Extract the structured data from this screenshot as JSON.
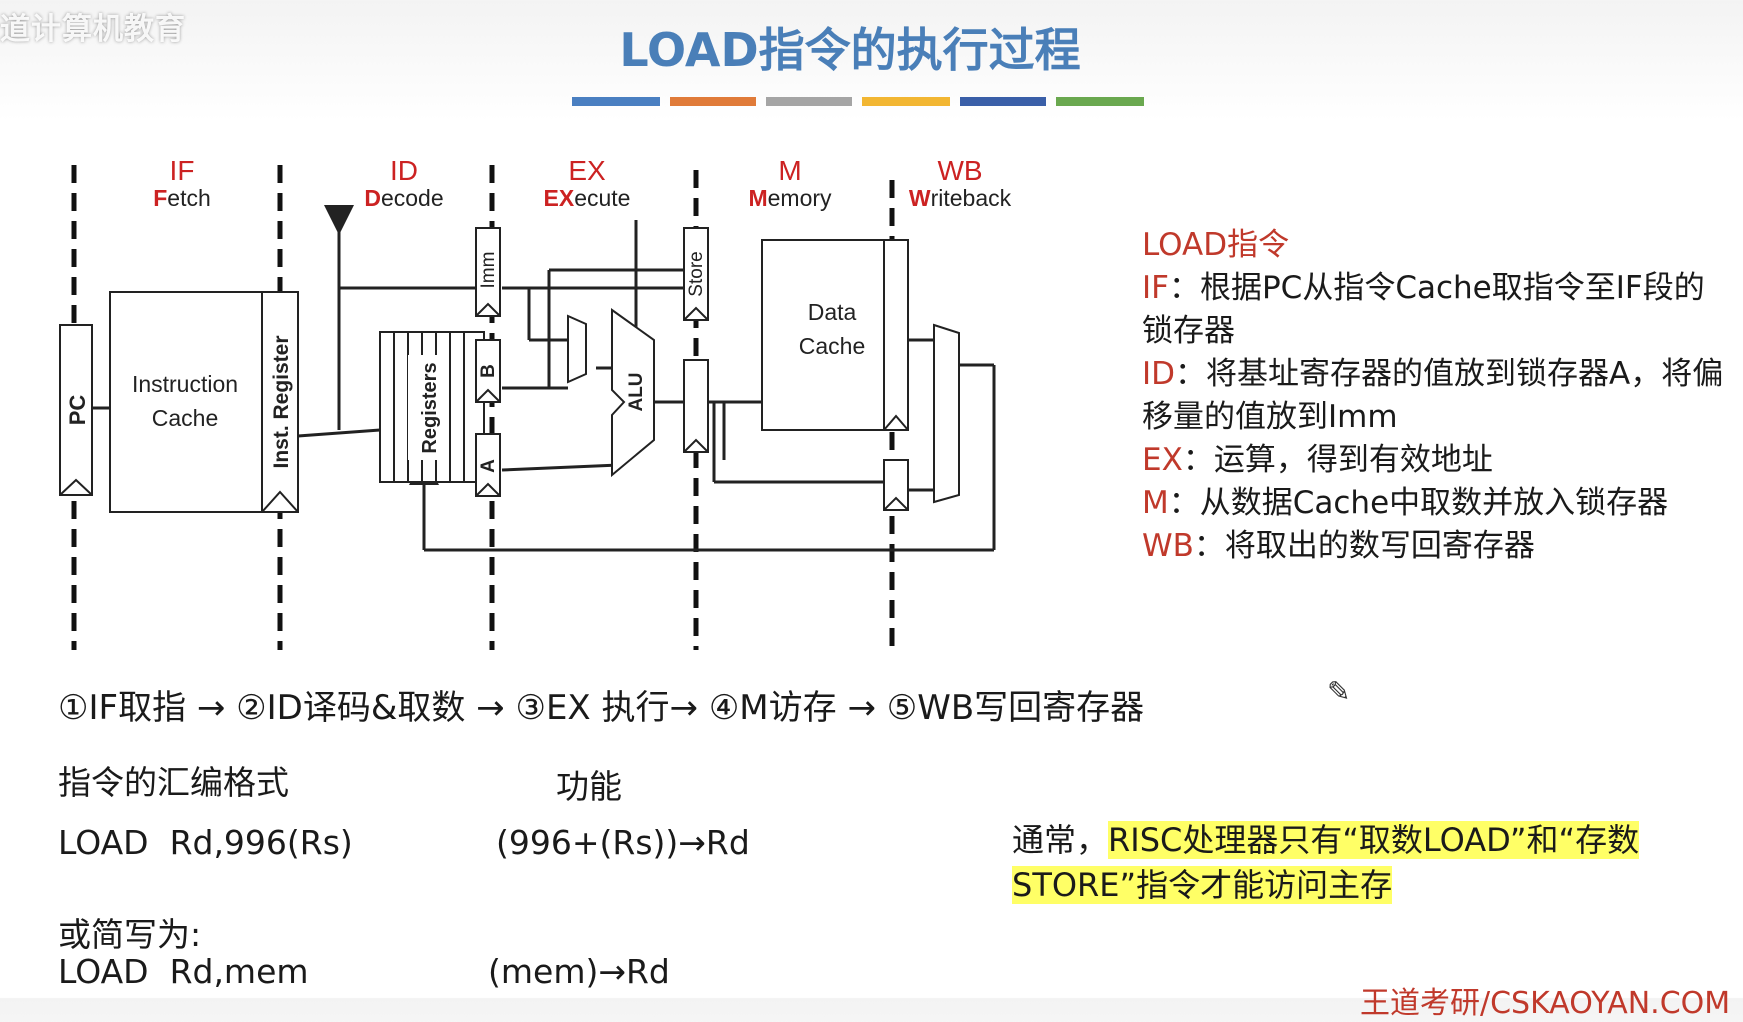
{
  "watermark_top_left": "道计算机教育",
  "title": "LOAD指令的执行过程",
  "title_bar_colors": [
    "#4a7fc1",
    "#e07b39",
    "#a5a5a5",
    "#f2b632",
    "#3a5fa8",
    "#6aa84f"
  ],
  "diagram": {
    "stages": [
      {
        "abbr": "IF",
        "name_first": "F",
        "name_rest": "etch"
      },
      {
        "abbr": "ID",
        "name_first": "D",
        "name_rest": "ecode"
      },
      {
        "abbr": "EX",
        "name_first": "EX",
        "name_rest": "ecute"
      },
      {
        "abbr": "M",
        "name_first": "M",
        "name_rest": "emory"
      },
      {
        "abbr": "WB",
        "name_first": "W",
        "name_rest": "riteback"
      }
    ],
    "pc_label": "PC",
    "instruction_cache_line1": "Instruction",
    "instruction_cache_line2": "Cache",
    "inst_register_label": "Inst. Register",
    "registers_label": "Registers",
    "imm_label": "Imm",
    "b_label": "B",
    "a_label": "A",
    "alu_label": "ALU",
    "store_label": "Store",
    "data_cache_line1": "Data",
    "data_cache_line2": "Cache"
  },
  "steps_text": "①IF取指 → ②ID译码&取数 → ③EX 执行→ ④M访存 → ⑤WB写回寄存器",
  "assembly_header": "指令的汇编格式",
  "function_header": "功能",
  "row1_instruction": "LOAD  Rd,996(Rs)",
  "row1_function": "(996+(Rs))→Rd",
  "abbrev_label": "或简写为:",
  "row2_instruction": "LOAD  Rd,mem",
  "row2_function": "(mem)→Rd",
  "notes": {
    "heading": "LOAD指令",
    "lines": [
      {
        "stage": "IF",
        "text": "：根据PC从指令Cache取指令至IF段的锁存器"
      },
      {
        "stage": "ID",
        "text": "：将基址寄存器的值放到锁存器A，将偏移量的值放到Imm"
      },
      {
        "stage": "EX",
        "text": "：运算，得到有效地址"
      },
      {
        "stage": "M",
        "text": "：从数据Cache中取数并放入锁存器"
      },
      {
        "stage": "WB",
        "text": "：将取出的数写回寄存器"
      }
    ]
  },
  "highlight_prefix": "通常，",
  "highlight_text": "RISC处理器只有“取数LOAD”和“存数STORE”指令才能访问主存",
  "watermark_bottom_right": "王道考研/CSKAOYAN.COM"
}
